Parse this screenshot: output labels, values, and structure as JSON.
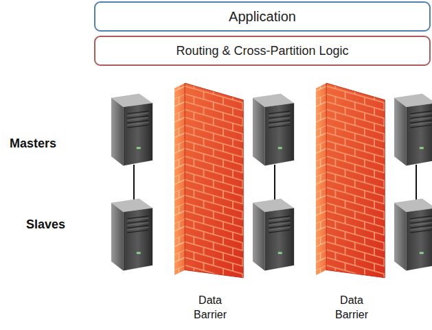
{
  "diagram": {
    "nodes": [
      {
        "text": [
          "Application"
        ]
      },
      {
        "text": [
          "Routing & Cross-Partition Logic"
        ]
      }
    ],
    "labels": [
      "Masters",
      "Slaves",
      "Data Barrier",
      "Data Barrier"
    ]
  }
}
